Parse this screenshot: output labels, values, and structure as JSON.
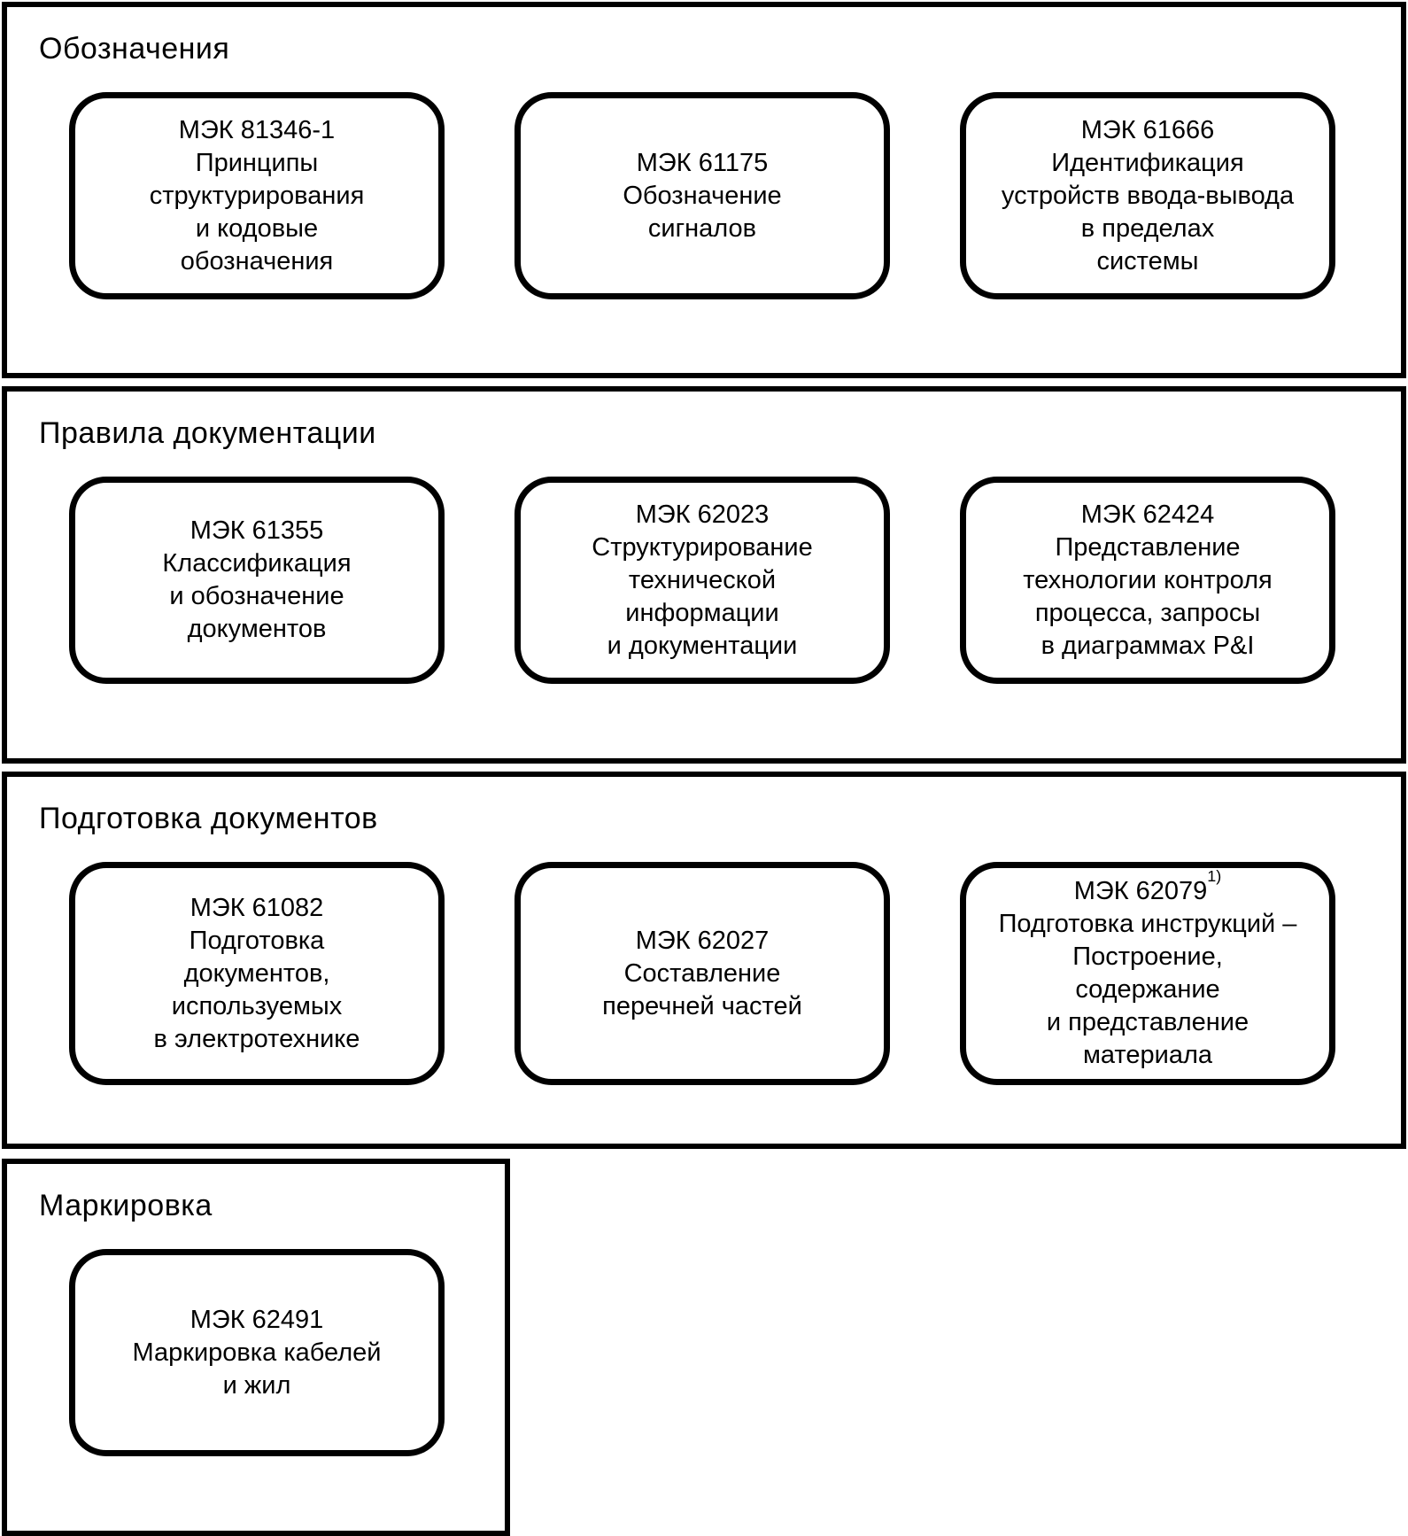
{
  "diagram_colors": {
    "line": "#000000",
    "background": "#ffffff"
  },
  "sections": [
    {
      "title": "Обозначения",
      "boxes": [
        {
          "code": "МЭК 81346-1",
          "sup": "",
          "desc": "Принципы\nструктурирования\nи кодовые\nобозначения"
        },
        {
          "code": "МЭК 61175",
          "sup": "",
          "desc": "Обозначение\nсигналов"
        },
        {
          "code": "МЭК 61666",
          "sup": "",
          "desc": "Идентификация\nустройств ввода-вывода\nв пределах\nсистемы"
        }
      ]
    },
    {
      "title": "Правила документации",
      "boxes": [
        {
          "code": "МЭК 61355",
          "sup": "",
          "desc": "Классификация\nи обозначение\nдокументов"
        },
        {
          "code": "МЭК 62023",
          "sup": "",
          "desc": "Структурирование\nтехнической\nинформации\nи документации"
        },
        {
          "code": "МЭК 62424",
          "sup": "",
          "desc": "Представление\nтехнологии контроля\nпроцесса, запросы\nв диаграммах P&I"
        }
      ]
    },
    {
      "title": "Подготовка документов",
      "boxes": [
        {
          "code": "МЭК 61082",
          "sup": "",
          "desc": "Подготовка\nдокументов,\nиспользуемых\nв электротехнике"
        },
        {
          "code": "МЭК 62027",
          "sup": "",
          "desc": "Составление\nперечней частей"
        },
        {
          "code": "МЭК 62079",
          "sup": "1)",
          "desc": "Подготовка инструкций –\nПостроение,\nсодержание\nи представление\nматериала"
        }
      ]
    },
    {
      "title": "Маркировка",
      "boxes": [
        {
          "code": "МЭК 62491",
          "sup": "",
          "desc": "Маркировка кабелей\nи жил"
        }
      ]
    }
  ]
}
